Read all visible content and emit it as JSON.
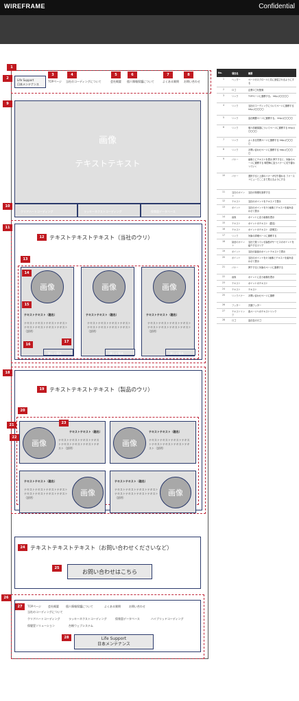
{
  "topbar": {
    "title": "WIREFRAME",
    "confidential": "Confidential"
  },
  "badges": [
    "1",
    "2",
    "3",
    "4",
    "5",
    "6",
    "7",
    "8",
    "9",
    "10",
    "11",
    "12",
    "13",
    "14",
    "15",
    "16",
    "17",
    "18",
    "19",
    "20",
    "21",
    "22",
    "23",
    "24",
    "25",
    "26",
    "27",
    "28"
  ],
  "header": {
    "logo_line1": "Life Support",
    "logo_line2": "日本メンテナンス",
    "nav": [
      "TOPページ",
      "当社のコーディングについて",
      "会社概要",
      "個人情報保護について",
      "よくある質問",
      "お問い合わせ"
    ]
  },
  "banner": {
    "image": "画像",
    "text": "テキストテキスト",
    "tabs": [
      "クリアハートコーディング",
      "ラッキーネクストコーディング",
      "保育園データベース"
    ]
  },
  "section1": {
    "heading": "テキストテキストテキスト（当社のウリ）",
    "cards": [
      {
        "image": "画像",
        "title": "テキストテキスト（題名）",
        "body": "テキストテキストテキストテキストテキストテキストテキストテキスト（説明）",
        "button": "詳しく見る"
      },
      {
        "image": "画像",
        "title": "テキストテキスト（題名）",
        "body": "テキストテキストテキストテキストテキストテキストテキストテキスト（説明）",
        "button": "詳しく見る"
      },
      {
        "image": "画像",
        "title": "テキストテキスト（題名）",
        "body": "テキストテキストテキストテキストテキストテキストテキストテキスト（説明）",
        "button": "詳しく見る"
      }
    ]
  },
  "section2": {
    "heading": "テキストテキストテキスト（製品のウリ）",
    "cards": [
      {
        "image": "画像",
        "title": "テキストテキスト（題名）",
        "body": "テキストテキストテキストテキストテキストテキストテキストテキスト（説明）"
      },
      {
        "image": "画像",
        "title": "テキストテキスト（題名）",
        "body": "テキストテキストテキストテキストテキストテキストテキストテキスト（説明）"
      },
      {
        "image": "画像",
        "title": "テキストテキスト（題名）",
        "body": "テキストテキストテキストテキストテキストテキストテキストテキスト（説明）"
      },
      {
        "image": "画像",
        "title": "テキストテキスト（題名）",
        "body": "テキストテキストテキストテキストテキストテキストテキストテキスト（説明）"
      }
    ]
  },
  "contact": {
    "heading": "テキストテキストテキスト（お問い合わせくださいなど）",
    "button": "お問い合わせはこちら"
  },
  "footer": {
    "links_row1": [
      "TOPページ",
      "会社概要",
      "個人情報保護について",
      "よくある質問",
      "お問い合わせ"
    ],
    "links_row2": [
      "当社のコーディングについて"
    ],
    "links_row3": [
      "クリアハートコーディング",
      "ラッキーネクストコーディング",
      "保育園データベース",
      "ハイブリッドコーディング"
    ],
    "links_row4": [
      "保健室ソリューション",
      "台帳ウェブシステム"
    ],
    "logo_line1": "Life Support",
    "logo_line2": "日本メンテナンス"
  },
  "spec_table": {
    "headers": [
      "No.",
      "項目名",
      "概要"
    ],
    "rows": [
      [
        "1",
        "ヘッダー",
        "ページのスクロールと共に追従されるようにする"
      ],
      [
        "2",
        "ロゴ",
        "企業ロゴを配置"
      ],
      [
        "3",
        "リンク",
        "TOPページに遷移する。 http://〇〇〇〇"
      ],
      [
        "4",
        "リンク",
        "当社のコーディングについてページに遷移する http://〇〇〇〇"
      ],
      [
        "5",
        "リンク",
        "会社概要ページに遷移する。 http://〇〇〇〇"
      ],
      [
        "6",
        "リンク",
        "個人情報保護についてページに遷移する http://〇〇〇〇"
      ],
      [
        "7",
        "リンク",
        "よくある質問ページに遷移する http://〇〇〇〇"
      ],
      [
        "8",
        "リンク",
        "お問い合わせページに遷移する http://〇〇〇〇"
      ],
      [
        "9",
        "バナー",
        "画像とにテキストを表示 押下すると、対象のページに遷移する 時間毎に違うバナーに切り替わっていく"
      ],
      [
        "10",
        "バナー",
        "選択すると上部のバナーが切り替わる ファーストビューでここまで見えるようにする"
      ],
      [
        "11",
        "当社のポイント",
        "当社の特徴を訴求する"
      ],
      [
        "12",
        "テキスト",
        "当社のポイントをテキストで表示"
      ],
      [
        "13",
        "ポイント",
        "当社のポイントを3つ画像とテキストを組み合わせて表示"
      ],
      [
        "14",
        "画像",
        "ポイントに合う画像を表示"
      ],
      [
        "15",
        "テキスト",
        "ポイントのテキスト（題名）"
      ],
      [
        "16",
        "テキスト",
        "ポイントのテキスト（説明文）"
      ],
      [
        "17",
        "リンク",
        "対象の詳細ページに遷移する"
      ],
      [
        "18",
        "製品のポイント",
        "当社で扱っている製品がサービスのポイントを紹介するエリア"
      ],
      [
        "19",
        "ポイント",
        "当社の製品のポイントテキストで表示"
      ],
      [
        "20",
        "ポイント",
        "当社のポイントを4つ画像とテキストを組み合わせて表示"
      ],
      [
        "21",
        "バナー",
        "押下すると対象のページに遷移する"
      ],
      [
        "22",
        "画像",
        "ポイントに合う画像を表示"
      ],
      [
        "23",
        "テキスト",
        "ポイントのテキスト"
      ],
      [
        "24",
        "テキスト",
        "テキスト"
      ],
      [
        "25",
        "リンクバナー",
        "お問い合わせページに遷移"
      ],
      [
        "26",
        "フッター",
        "共通フッター"
      ],
      [
        "27",
        "テキストリンク",
        "各ページへのテキストリンク"
      ],
      [
        "28",
        "ロゴ",
        "会社名のロゴ"
      ]
    ]
  }
}
